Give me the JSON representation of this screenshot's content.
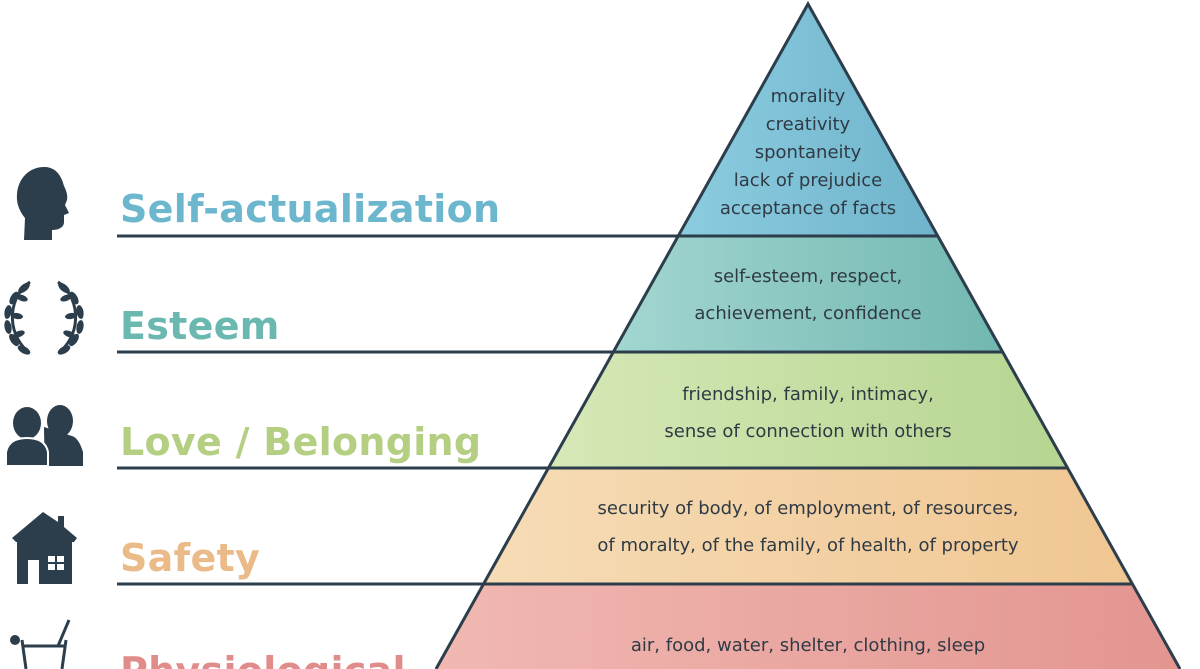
{
  "levels": [
    {
      "name": "Self-actualization",
      "color": "#6cb6ce",
      "fill": "#7fc3d8",
      "icon": "head-profile-icon",
      "description": [
        "morality",
        "creativity",
        "spontaneity",
        "lack of prejudice",
        "acceptance of facts"
      ]
    },
    {
      "name": "Esteem",
      "color": "#6ab8b0",
      "fill": "#8ccac5",
      "icon": "laurel-wreath-icon",
      "description": [
        "self-esteem, respect,",
        "achievement, confidence"
      ]
    },
    {
      "name": "Love / Belonging",
      "color": "#b4cf82",
      "fill": "#c7dea0",
      "icon": "couple-icon",
      "description": [
        "friendship, family, intimacy,",
        "sense of connection with others"
      ]
    },
    {
      "name": "Safety",
      "color": "#eabb88",
      "fill": "#f3d2a6",
      "icon": "house-icon",
      "description": [
        "security of body, of employment, of resources,",
        "of moralty, of the family, of health, of property"
      ]
    },
    {
      "name": "Physiological",
      "color": "#e08c8a",
      "fill": "#eba5a0",
      "icon": "drink-glass-icon",
      "description": [
        "air, food, water, shelter, clothing, sleep"
      ]
    }
  ]
}
